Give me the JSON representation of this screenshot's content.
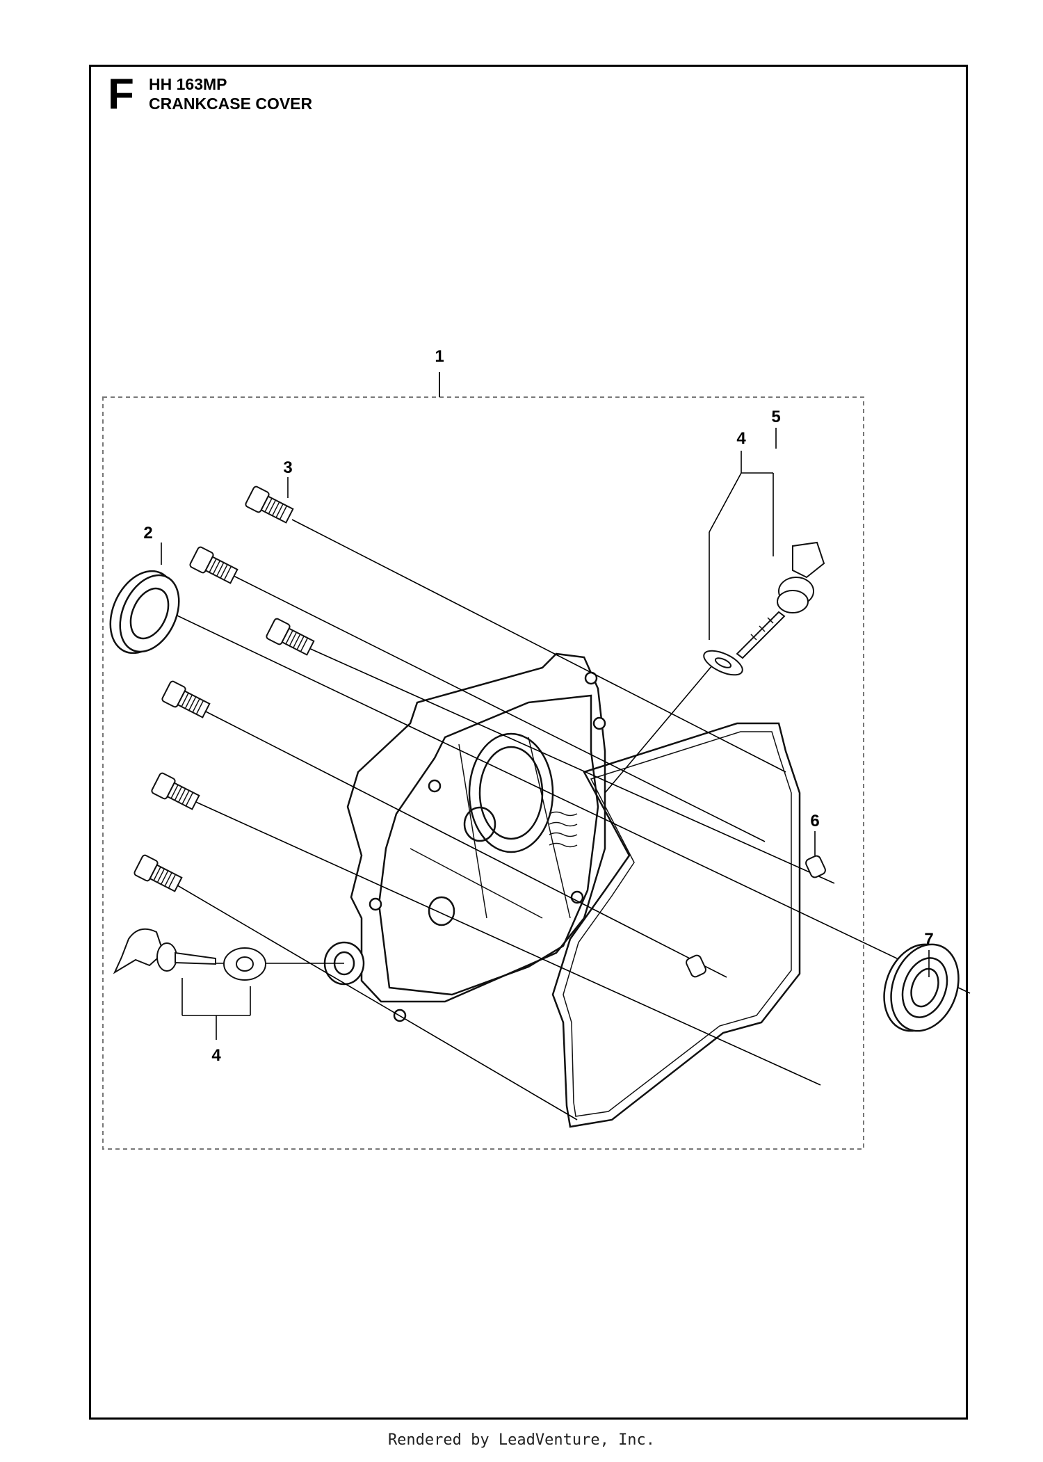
{
  "header": {
    "section_letter": "F",
    "model": "HH 163MP",
    "title": "CRANKCASE COVER"
  },
  "callouts": {
    "c1": "1",
    "c2": "2",
    "c3": "3",
    "c4_top": "4",
    "c4_bottom": "4",
    "c5": "5",
    "c6": "6",
    "c7": "7"
  },
  "footer": "Rendered by LeadVenture, Inc."
}
